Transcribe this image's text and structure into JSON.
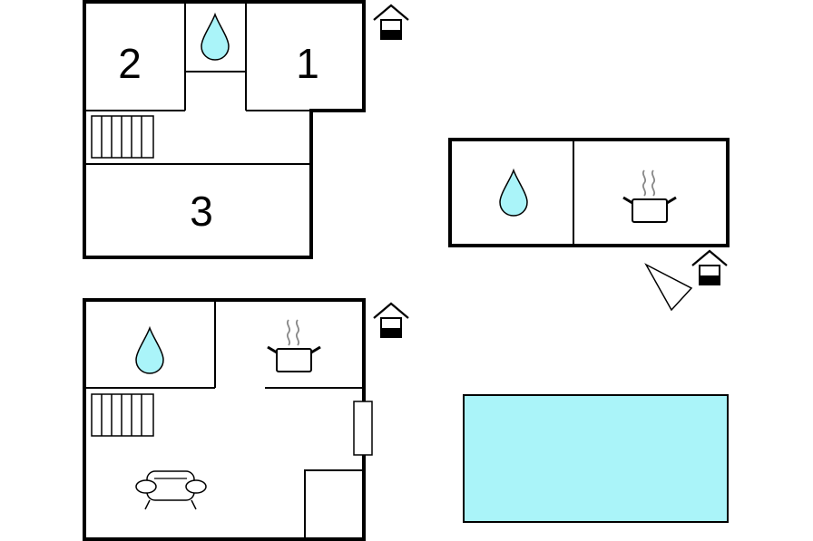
{
  "floorplan": {
    "upper_floor": {
      "rooms": [
        {
          "label": "2"
        },
        {
          "label": "1"
        },
        {
          "label": "3"
        }
      ],
      "icons": [
        "water-drop-icon",
        "staircase-icon",
        "entrance-house-icon"
      ]
    },
    "ground_floor": {
      "icons": [
        "water-drop-icon",
        "cooking-pot-icon",
        "staircase-icon",
        "sofa-icon",
        "window-icon",
        "entrance-house-icon"
      ]
    },
    "annex": {
      "icons": [
        "water-drop-icon",
        "cooking-pot-icon",
        "entrance-house-icon",
        "compass-arrow-icon"
      ]
    },
    "pool": {
      "color": "#aaf4f9",
      "icon": "swimming-pool"
    },
    "colors": {
      "water": "#aaf4f9",
      "wall": "#000000",
      "background": "#ffffff"
    }
  }
}
